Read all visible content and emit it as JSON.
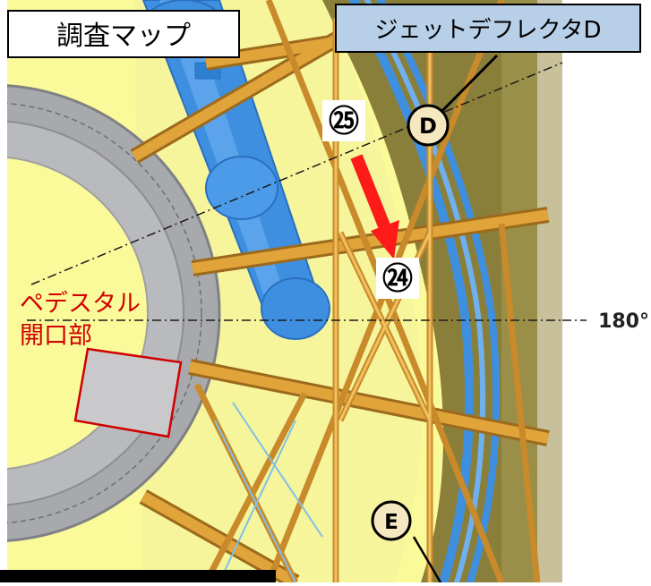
{
  "map": {
    "title": "調査マップ",
    "jet_deflector_label": "ジェットデフレクタD",
    "marker_d": "D",
    "marker_e": "E",
    "point_start": "㉕",
    "point_end": "㉔",
    "angle_label": "180°",
    "pedestal_label_line1": "ペデスタル",
    "pedestal_label_line2": "開口部"
  },
  "colors": {
    "background": "#fafa9a",
    "deck": "#8a7f3a",
    "pedestal_gray": "#a8a9ad",
    "beam_orange": "#e0a43a",
    "pipe_blue": "#3e8fe0",
    "arrow_red": "#ff1a1a",
    "label_red": "#d00000",
    "callout_blue": "#b8cfe8"
  }
}
